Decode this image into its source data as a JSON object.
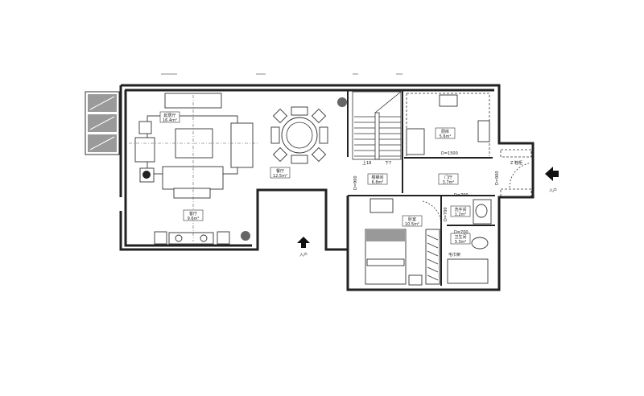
{
  "plan": {
    "rooms": [
      {
        "name": "起居厅",
        "area": "16.4m²"
      },
      {
        "name": "餐厅",
        "area": "12.5m²"
      },
      {
        "name": "客厅",
        "area": "9.6m²"
      },
      {
        "name": "楼梯间",
        "area": "6.8m²"
      },
      {
        "name": "厨房",
        "area": "5.6m²"
      },
      {
        "name": "门厅",
        "area": "3.7m²"
      },
      {
        "name": "卧室",
        "area": "10.5m²"
      },
      {
        "name": "洗手间",
        "area": "1.2m²"
      },
      {
        "name": "卫生间",
        "area": "3.3m²"
      }
    ],
    "dimensions": {
      "kitchen_door": "D=1500",
      "stair_door": "D=900",
      "entry_door": "D=900",
      "wash_door": "D=700",
      "bath_door": "D=700",
      "bed_door": "D=700"
    },
    "stair_notes": {
      "up": "上18",
      "down": "下7"
    },
    "annotations": {
      "closet": "Z 鞋柜",
      "towel": "毛巾架"
    },
    "entrances": {
      "main": "入户",
      "side": "入户"
    },
    "colors": {
      "wall": "#222222",
      "glass": "#9a9a9a"
    }
  }
}
